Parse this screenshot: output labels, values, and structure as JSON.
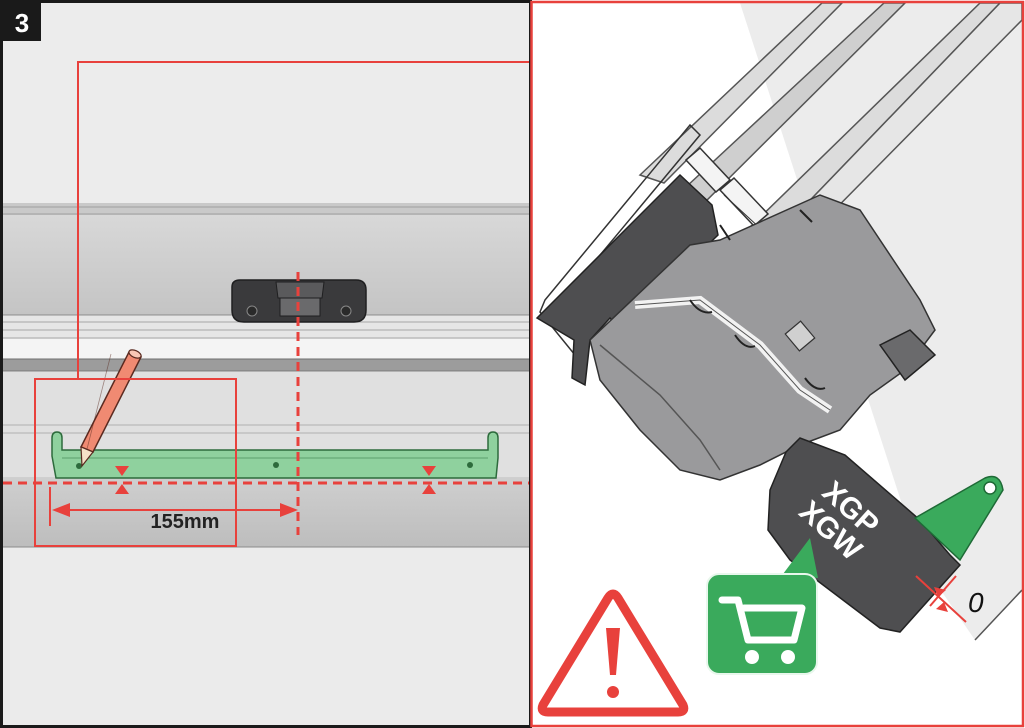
{
  "step": {
    "number": "3"
  },
  "left_panel": {
    "dimension_label": "155mm"
  },
  "right_panel": {
    "profile_label_line1": "XGP",
    "profile_label_line2": "XGW",
    "gap_label": "0"
  },
  "icons": {
    "cart": "shopping-cart-icon",
    "warning": "warning-triangle-icon",
    "pencil": "pencil-icon"
  },
  "colors": {
    "frame_red": "#e8413c",
    "bracket_green": "#8fd19e",
    "cart_green": "#3aaa5c",
    "dark_part": "#4e4e50",
    "grey_part": "#9a9a9c",
    "light_bg": "#ececec"
  }
}
